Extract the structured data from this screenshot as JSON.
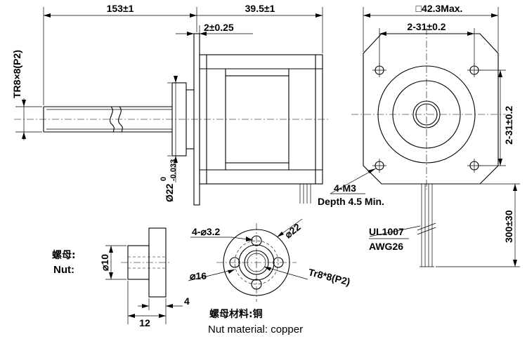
{
  "dimensions": {
    "shaft_length": "153±1",
    "body_length": "39.5±1",
    "square_size": "□42.3Max.",
    "flange_thickness": "2±0.25",
    "hole_spacing_h": "2-31±0.2",
    "hole_spacing_v": "2-31±0.2",
    "thread_spec": "TR8×8(P2)",
    "boss_diameter": "Ø22",
    "boss_tol_upper": "0",
    "boss_tol_lower": "-0.033",
    "mount_holes": "4-M3",
    "mount_depth": "Depth 4.5 Min.",
    "lead_length": "300±30",
    "wire_type": "UL1007",
    "wire_gauge": "AWG26"
  },
  "nut": {
    "label_cn": "螺母:",
    "label_en": "Nut:",
    "diameter": "⌀10",
    "length": "12",
    "flange": "4",
    "holes": "4-⌀3.2",
    "flange_diameter": "⌀22",
    "pcd": "⌀16",
    "thread": "Tr8*8(P2)",
    "material_cn": "螺母材料:铜",
    "material_en": "Nut material: copper"
  }
}
